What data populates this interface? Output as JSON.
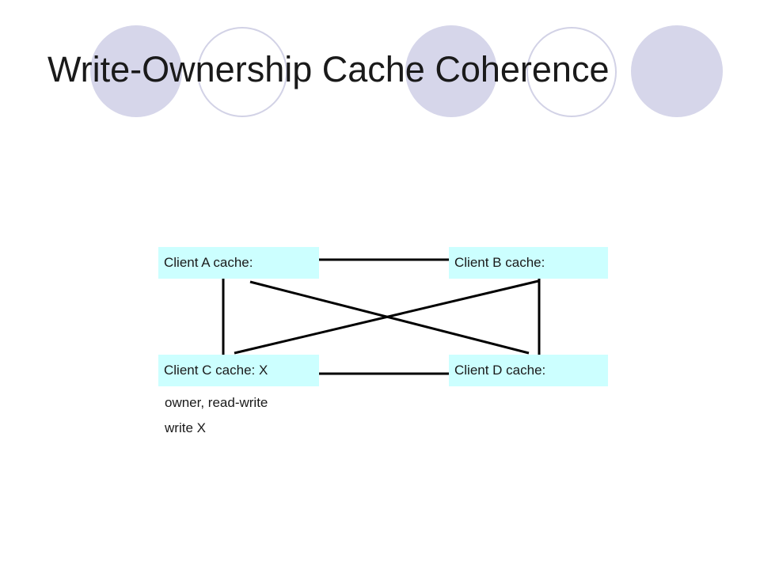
{
  "slide": {
    "title": "Write-Ownership Cache Coherence"
  },
  "diagram": {
    "clients": {
      "a": "Client A cache:",
      "b": "Client B cache:",
      "c": "Client C cache: X",
      "d": "Client D cache:"
    },
    "notes": {
      "status": "owner, read-write",
      "action": "write X"
    }
  },
  "colors": {
    "circle_fill": "#d6d6ea",
    "circle_outline": "#d2d2e6",
    "box_fill": "#ccffff",
    "line": "#000000"
  }
}
